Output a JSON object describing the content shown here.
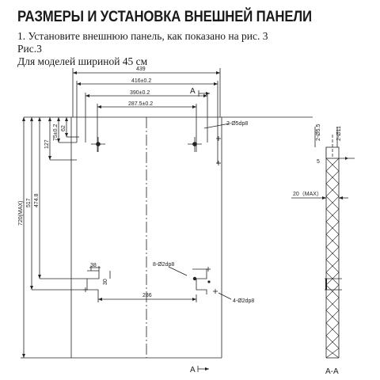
{
  "heading": "РАЗМЕРЫ И УСТАНОВКА ВНЕШНЕЙ ПАНЕЛИ",
  "step1": "1. Установите внешнюю панель, как показано на рис. 3",
  "figure_label": "Рис.3",
  "models_note": "Для моделей шириной 45 см",
  "drawing": {
    "dim_top_width": "439",
    "dim_416": "416±0.2",
    "dim_390": "390±0.2",
    "dim_287": "287.5±0.2",
    "dim_height_max": "720(MAX)",
    "dim_517": "517",
    "dim_474": "474.8",
    "dim_127": "127",
    "dim_75": "75±0.2",
    "dim_62": "62",
    "dim_38": "38",
    "dim_30": "30",
    "dim_286": "286",
    "hole_2_phi5": "2-Ø5dp8",
    "hole_8_phi2": "8-Ø2dp8",
    "hole_4_phi2": "4-Ø2dp8",
    "section_mark": "A",
    "side_2_phi55": "2-Ø5.5",
    "side_2_phi11": "2-Ø11",
    "side_5": "5",
    "side_20max": "20（MAX）",
    "section_label": "A-A"
  }
}
